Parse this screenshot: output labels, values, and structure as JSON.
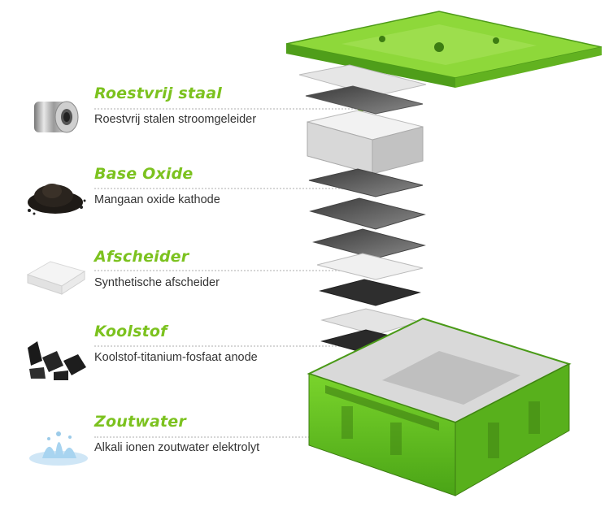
{
  "colors": {
    "accent": "#7cc21f",
    "casing": "#5fbf1f",
    "text": "#333333"
  },
  "materials": [
    {
      "title": "Roestvrij staal",
      "description": "Roestvrij stalen stroomgeleider",
      "icon": "stainless-steel-coil-icon"
    },
    {
      "title": "Base Oxide",
      "description": "Mangaan oxide kathode",
      "icon": "manganese-powder-icon"
    },
    {
      "title": "Afscheider",
      "description": "Synthetische afscheider",
      "icon": "separator-pad-icon"
    },
    {
      "title": "Koolstof",
      "description": "Koolstof-titanium-fosfaat anode",
      "icon": "carbon-chunks-icon"
    },
    {
      "title": "Zoutwater",
      "description": "Alkali ionen zoutwater elektrolyt",
      "icon": "water-splash-icon"
    }
  ]
}
